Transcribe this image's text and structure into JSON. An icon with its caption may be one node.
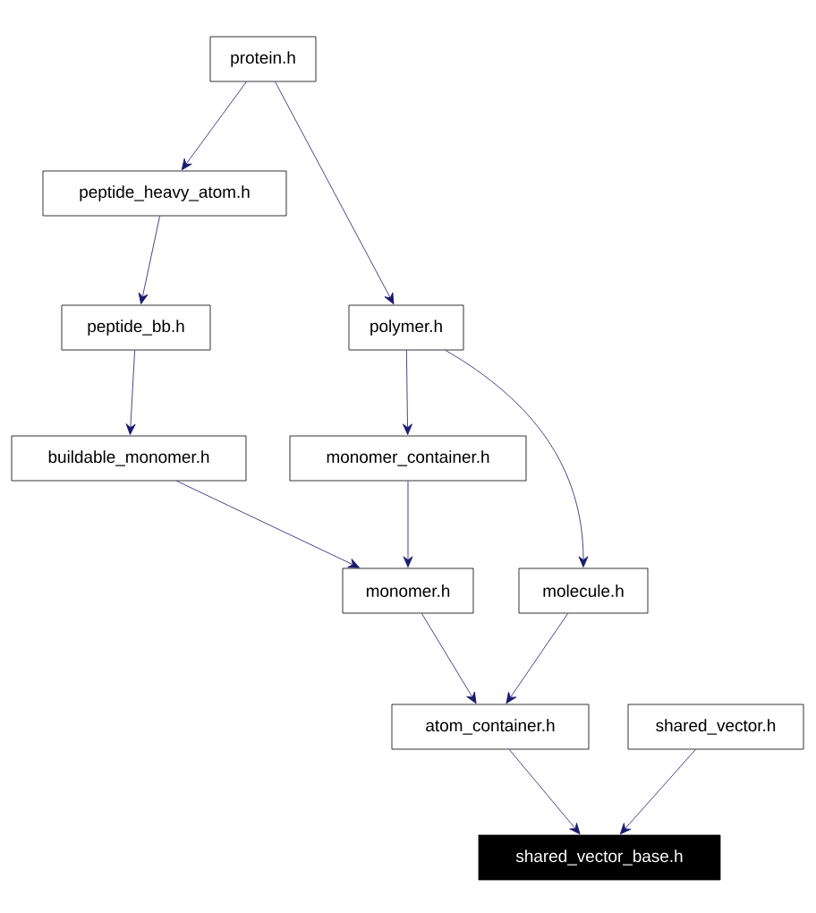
{
  "diagram": {
    "nodes": [
      {
        "text": [
          "protein.h"
        ]
      },
      {
        "text": [
          "peptide_heavy_atom.h"
        ]
      },
      {
        "text": [
          "peptide_bb.h"
        ]
      },
      {
        "text": [
          "polymer.h"
        ]
      },
      {
        "text": [
          "buildable_monomer.h"
        ]
      },
      {
        "text": [
          "monomer_container.h"
        ]
      },
      {
        "text": [
          "monomer.h"
        ]
      },
      {
        "text": [
          "molecule.h"
        ]
      },
      {
        "text": [
          "atom_container.h"
        ]
      },
      {
        "text": [
          "shared_vector.h"
        ]
      },
      {
        "text": [
          "shared_vector_base.h"
        ]
      }
    ],
    "edges": [
      {
        "from": 0,
        "to": 1,
        "arrow": "to"
      },
      {
        "from": 0,
        "to": 3,
        "arrow": "to"
      },
      {
        "from": 1,
        "to": 2,
        "arrow": "to"
      },
      {
        "from": 2,
        "to": 4,
        "arrow": "to"
      },
      {
        "from": 3,
        "to": 5,
        "arrow": "to"
      },
      {
        "from": 3,
        "to": 7,
        "arrow": "to"
      },
      {
        "from": 4,
        "to": 6,
        "arrow": "to"
      },
      {
        "from": 5,
        "to": 6,
        "arrow": "to"
      },
      {
        "from": 6,
        "to": 8,
        "arrow": "to"
      },
      {
        "from": 7,
        "to": 8,
        "arrow": "to"
      },
      {
        "from": 8,
        "to": 10,
        "arrow": "to"
      },
      {
        "from": 9,
        "to": 10,
        "arrow": "to"
      }
    ]
  }
}
